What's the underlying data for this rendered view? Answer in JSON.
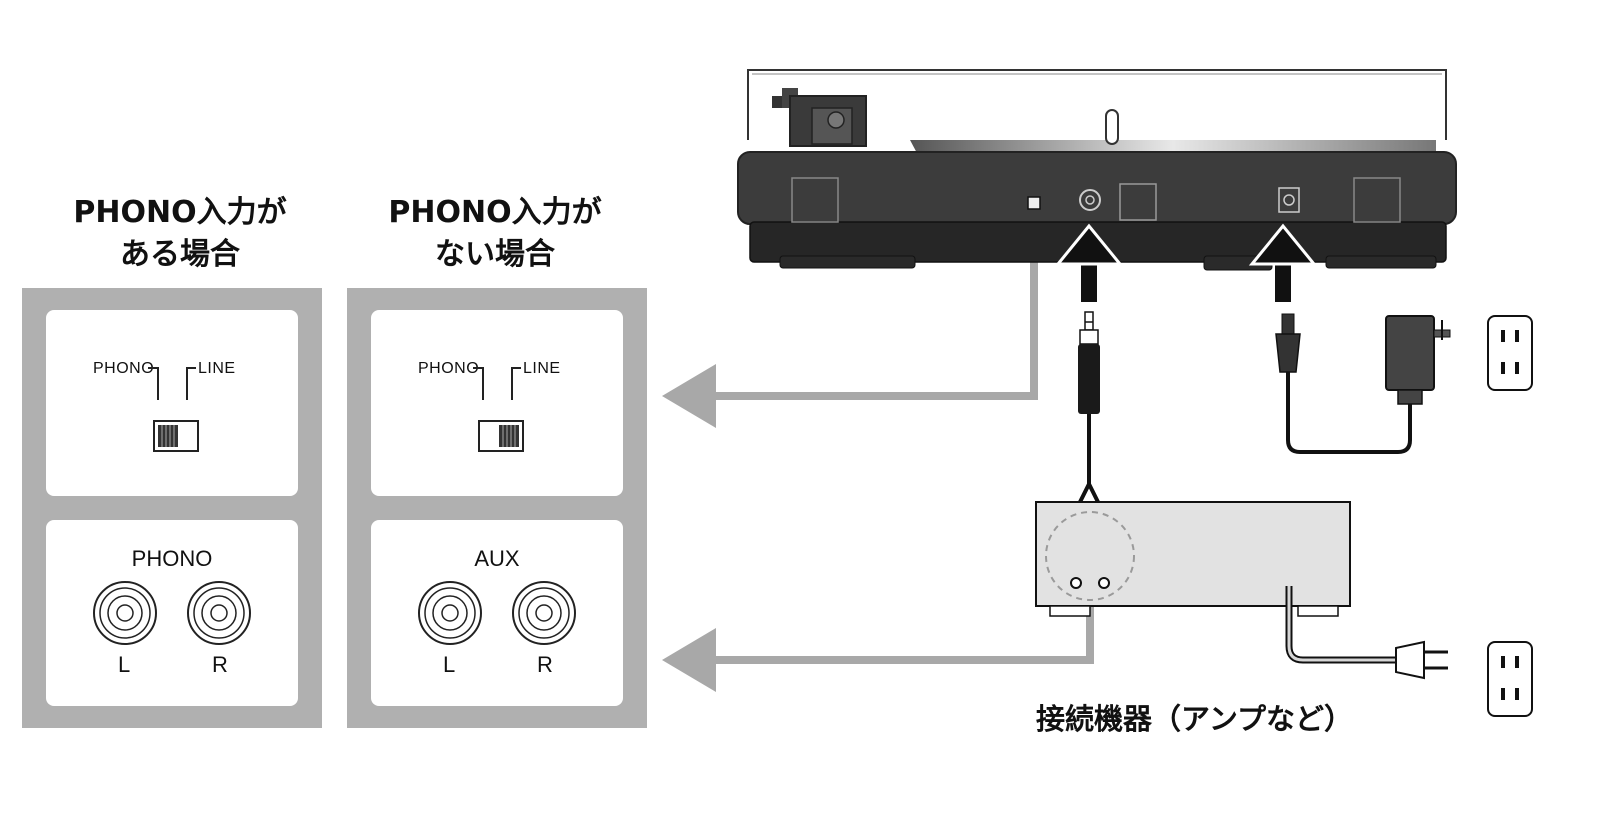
{
  "left_panel": {
    "heading_line1": "PHONO入力が",
    "heading_line2": "ある場合",
    "switch_phono_label": "PHONO",
    "switch_line_label": "LINE",
    "jack_title": "PHONO",
    "jack_left": "L",
    "jack_right": "R"
  },
  "right_panel": {
    "heading_line1": "PHONO入力が",
    "heading_line2": "ない場合",
    "switch_phono_label": "PHONO",
    "switch_line_label": "LINE",
    "jack_title": "AUX",
    "jack_left": "L",
    "jack_right": "R"
  },
  "device_label": "接続機器（アンプなど）",
  "colors": {
    "panel_gray": "#b0b0b0",
    "arrow_gray": "#a8a8a8",
    "turntable_body": "#3c3c3c",
    "rca_red": "#c8102e"
  }
}
